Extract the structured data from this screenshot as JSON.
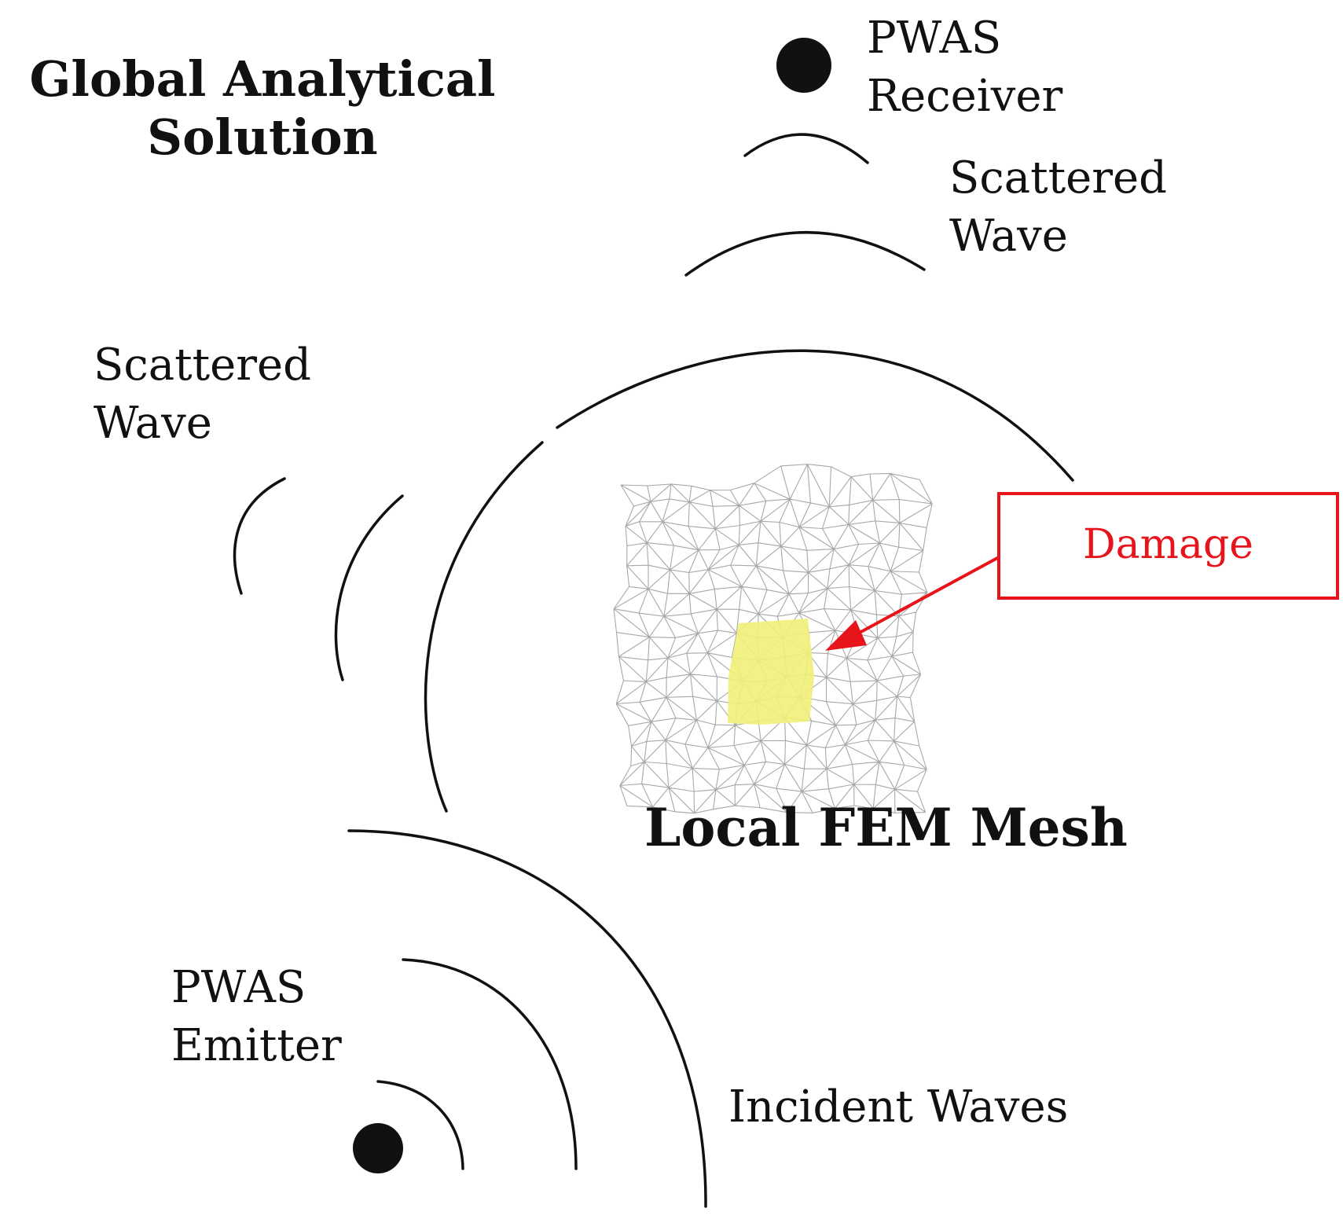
{
  "diagram": {
    "title": {
      "line1": "Global Analytical",
      "line2": "Solution"
    },
    "receiver": {
      "line1": "PWAS",
      "line2": "Receiver"
    },
    "scattered_wave_right": {
      "line1": "Scattered",
      "line2": "Wave"
    },
    "scattered_wave_left": {
      "line1": "Scattered",
      "line2": "Wave"
    },
    "damage_label": "Damage",
    "mesh_label": "Local FEM Mesh",
    "emitter": {
      "line1": "PWAS",
      "line2": "Emitter"
    },
    "incident_label": "Incident Waves",
    "colors": {
      "line": "#111111",
      "damage": "#e8141b",
      "damage_fill": "#f0f078",
      "mesh": "#a8a8a8"
    }
  }
}
